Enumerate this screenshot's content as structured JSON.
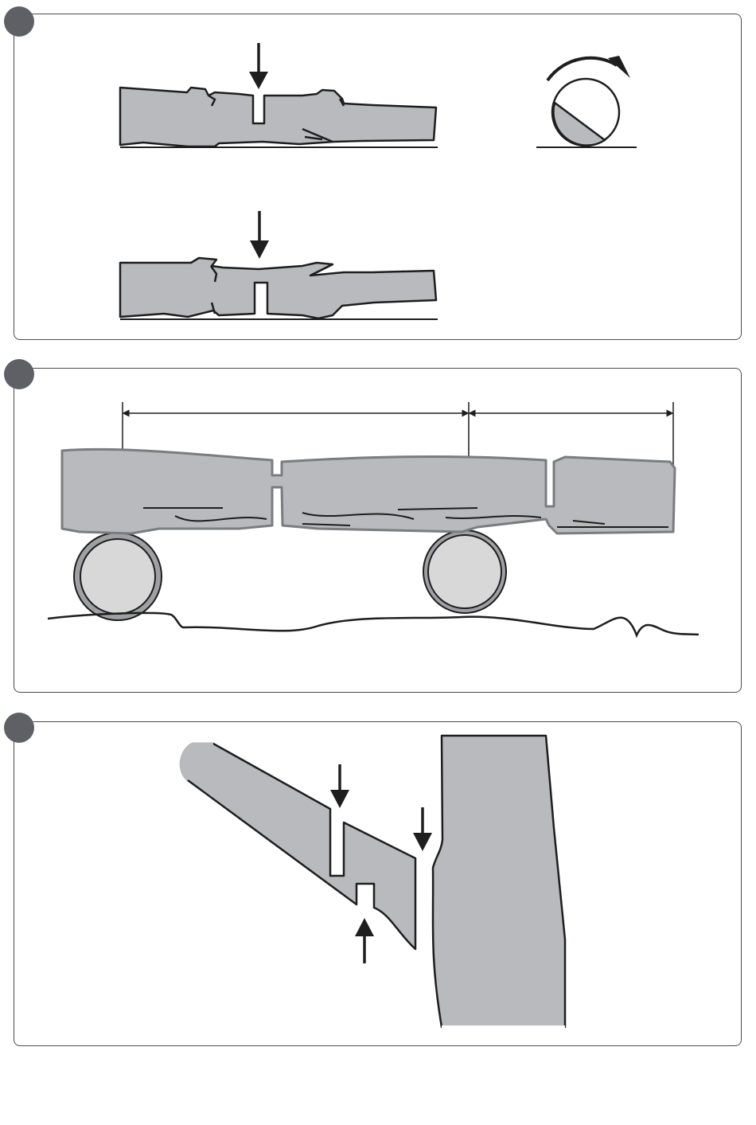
{
  "colors": {
    "wood_fill": "#b9babd",
    "wood_edge": "#1e1e1e",
    "bark_outline": "#7b7c80",
    "roller_fill": "#d8d8d9",
    "badge": "#5e6065",
    "panel_border": "#4a4a4a"
  },
  "panels": [
    {
      "step_badge": "",
      "scenes": [
        "log-on-ground-cut-from-top",
        "rotation-indicator",
        "log-on-ground-cut-from-bottom"
      ],
      "icons": [
        "down-arrow-icon",
        "rotate-arrow-icon",
        "down-arrow-icon"
      ]
    },
    {
      "step_badge": "",
      "scenes": [
        "log-supported-on-rollers",
        "dimension-lines"
      ],
      "icons": [
        "dimension-arrow-icon",
        "dimension-arrow-icon"
      ]
    },
    {
      "step_badge": "",
      "scenes": [
        "limb-cut-from-trunk"
      ],
      "icons": [
        "down-arrow-icon",
        "up-arrow-icon",
        "down-arrow-icon"
      ]
    }
  ]
}
